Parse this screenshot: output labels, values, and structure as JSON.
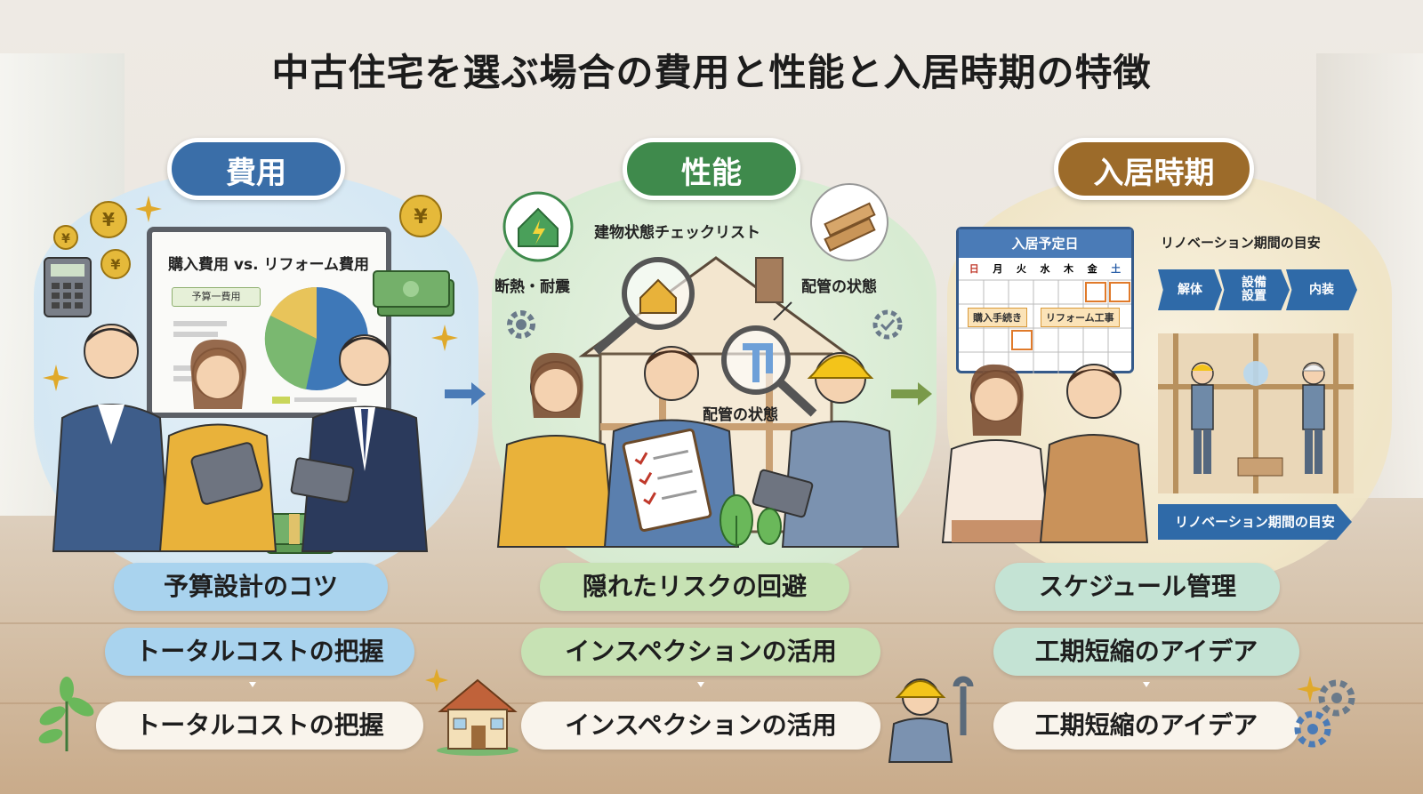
{
  "title": "中古住宅を選ぶ場合の費用と性能と入居時期の特徴",
  "sections": {
    "cost": {
      "header": "費用",
      "board_title": "購入費用 vs. リフォーム費用",
      "board_tag": "予算一費用",
      "pills": [
        "予算設計のコツ",
        "トータルコストの把握",
        "トータルコストの把握"
      ]
    },
    "performance": {
      "header": "性能",
      "checklist": "建物状態チェックリスト",
      "label_insulation": "断熱・耐震",
      "label_piping_1": "配管の状態",
      "label_piping_2": "配管の状態",
      "pills": [
        "隠れたリスクの回避",
        "インスペクションの活用",
        "インスペクションの活用"
      ]
    },
    "move_in": {
      "header": "入居時期",
      "calendar_title": "入居予定日",
      "calendar_days": [
        "日",
        "月",
        "火",
        "水",
        "木",
        "金",
        "土"
      ],
      "tag_purchase": "購入手続き",
      "tag_reform": "リフォーム工事",
      "renovation_title": "リノベーション期間の目安",
      "steps": [
        "解体",
        "設備\n設置",
        "内装"
      ],
      "renovation_footer": "リノベーション期間の目安",
      "pills": [
        "スケジュール管理",
        "工期短縮のアイデア",
        "工期短縮のアイデア"
      ]
    }
  },
  "colors": {
    "cost": "#3a6ea8",
    "performance": "#3f8a4c",
    "move_in": "#9c6b2a"
  }
}
